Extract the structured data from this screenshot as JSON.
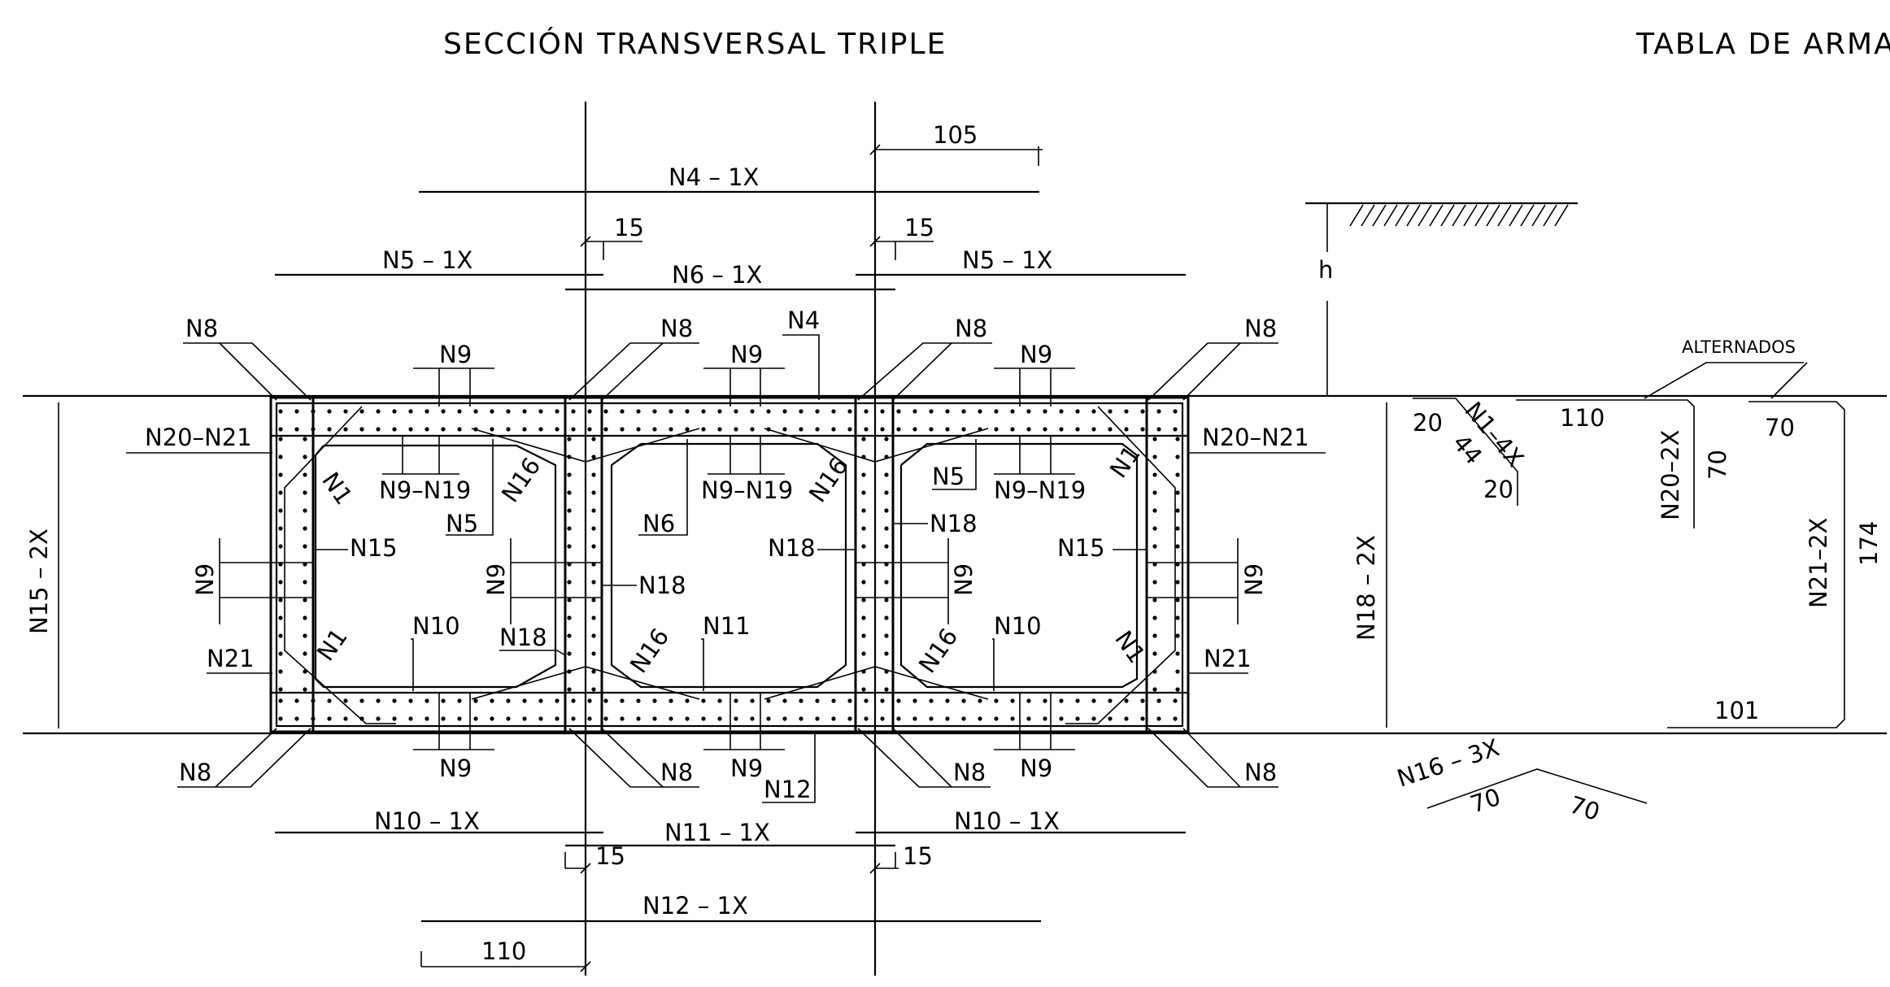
{
  "titles": {
    "section": "SECCIÓN TRANSVERSAL TRIPLE",
    "table": "TABLA DE ARMA"
  },
  "top_bars": {
    "n4": "N4 – 1X",
    "n5_left": "N5 – 1X",
    "n6": "N6 – 1X",
    "n5_right": "N5 – 1X",
    "dim_105": "105",
    "dim_15_left": "15",
    "dim_15_right": "15"
  },
  "bottom_bars": {
    "n10_left": "N10 – 1X",
    "n11": "N11 – 1X",
    "n10_right": "N10 – 1X",
    "n12": "N12 – 1X",
    "dim_15_left": "15",
    "dim_15_right": "15",
    "dim_110": "110"
  },
  "section_labels": {
    "n8": "N8",
    "n9": "N9",
    "n4": "N4",
    "n20_n21": "N20–N21",
    "n9_n19": "N9–N19",
    "n1": "N1",
    "n16": "N16",
    "n5": "N5",
    "n6": "N6",
    "n15": "N15",
    "n18": "N18",
    "n10": "N10",
    "n11": "N11",
    "n12": "N12",
    "n21": "N21",
    "n15_2x": "N15 – 2X"
  },
  "soil": {
    "h": "h",
    "alternados": "ALTERNADOS"
  },
  "table": {
    "n1_label": "N1–4X",
    "n1_d1": "20",
    "n1_d2": "44",
    "n1_d3": "20",
    "n18_label": "N18 – 2X",
    "n20_label": "N20–2X",
    "n20_top": "110",
    "n20_side": "70",
    "n21_label": "N21–2X",
    "n21_top": "70",
    "n21_side": "174",
    "n21_bottom": "101",
    "n16_label": "N16 – 3X",
    "n16_d1": "70",
    "n16_d2": "70"
  }
}
